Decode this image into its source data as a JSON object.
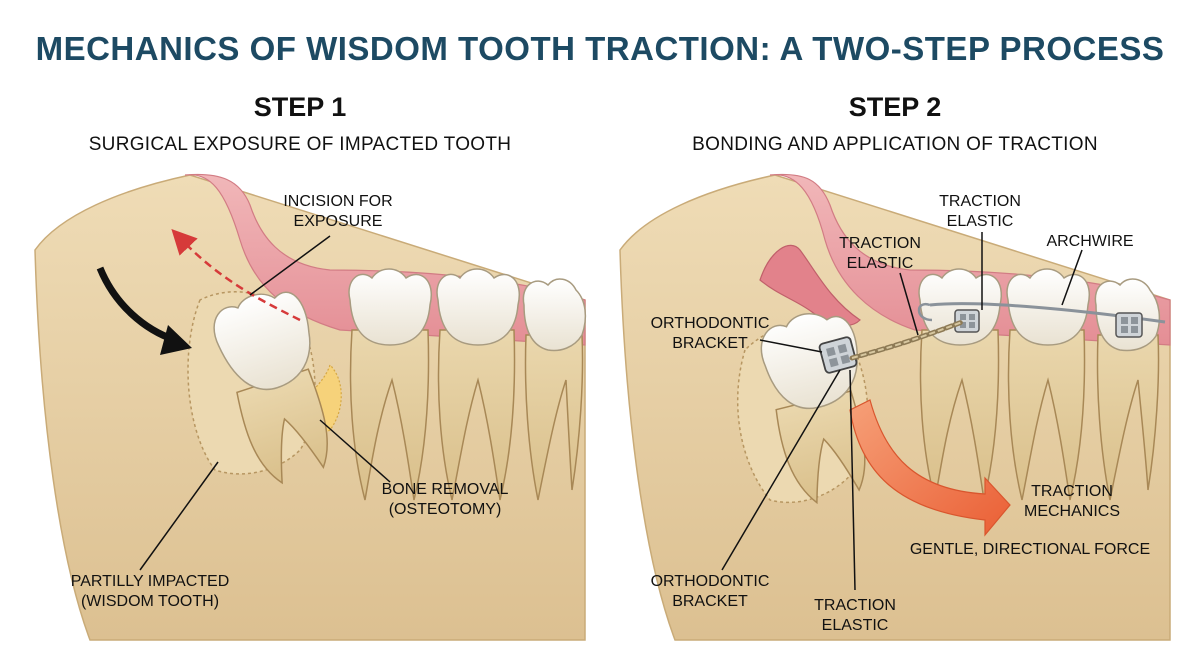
{
  "title": "MECHANICS OF WISDOM TOOTH TRACTION: A TWO-STEP PROCESS",
  "steps": [
    {
      "heading": "STEP 1",
      "subtitle": "SURGICAL EXPOSURE OF IMPACTED TOOTH",
      "labels": {
        "incision": [
          "INCISION FOR",
          "EXPOSURE"
        ],
        "bone_removal": [
          "BONE REMOVAL",
          "(OSTEOTOMY)"
        ],
        "impacted": [
          "PARTILLY IMPACTED",
          "(WISDOM TOOTH)"
        ]
      }
    },
    {
      "heading": "STEP 2",
      "subtitle": "BONDING AND APPLICATION OF TRACTION",
      "labels": {
        "traction_elastic_top": [
          "TRACTION",
          "ELASTIC"
        ],
        "traction_elastic_mid": [
          "TRACTION",
          "ELASTIC"
        ],
        "archwire": [
          "ARCHWIRE"
        ],
        "bracket_top": [
          "ORTHODONTIC",
          "BRACKET"
        ],
        "traction_mechanics": [
          "TRACTION",
          "MECHANICS"
        ],
        "gentle_force": [
          "GENTLE, DIRECTIONAL FORCE"
        ],
        "bracket_bottom": [
          "ORTHODONTIC",
          "BRACKET"
        ],
        "traction_elastic_bottom": [
          "TRACTION",
          "ELASTIC"
        ]
      }
    }
  ],
  "colors": {
    "title": "#1d4a63",
    "gum": "#e9a0a6",
    "bone": "#e8cfa3",
    "tooth": "#f6f1e6",
    "incision_arrow": "#d63a3a",
    "traction_arrow": "#f07a4a"
  }
}
